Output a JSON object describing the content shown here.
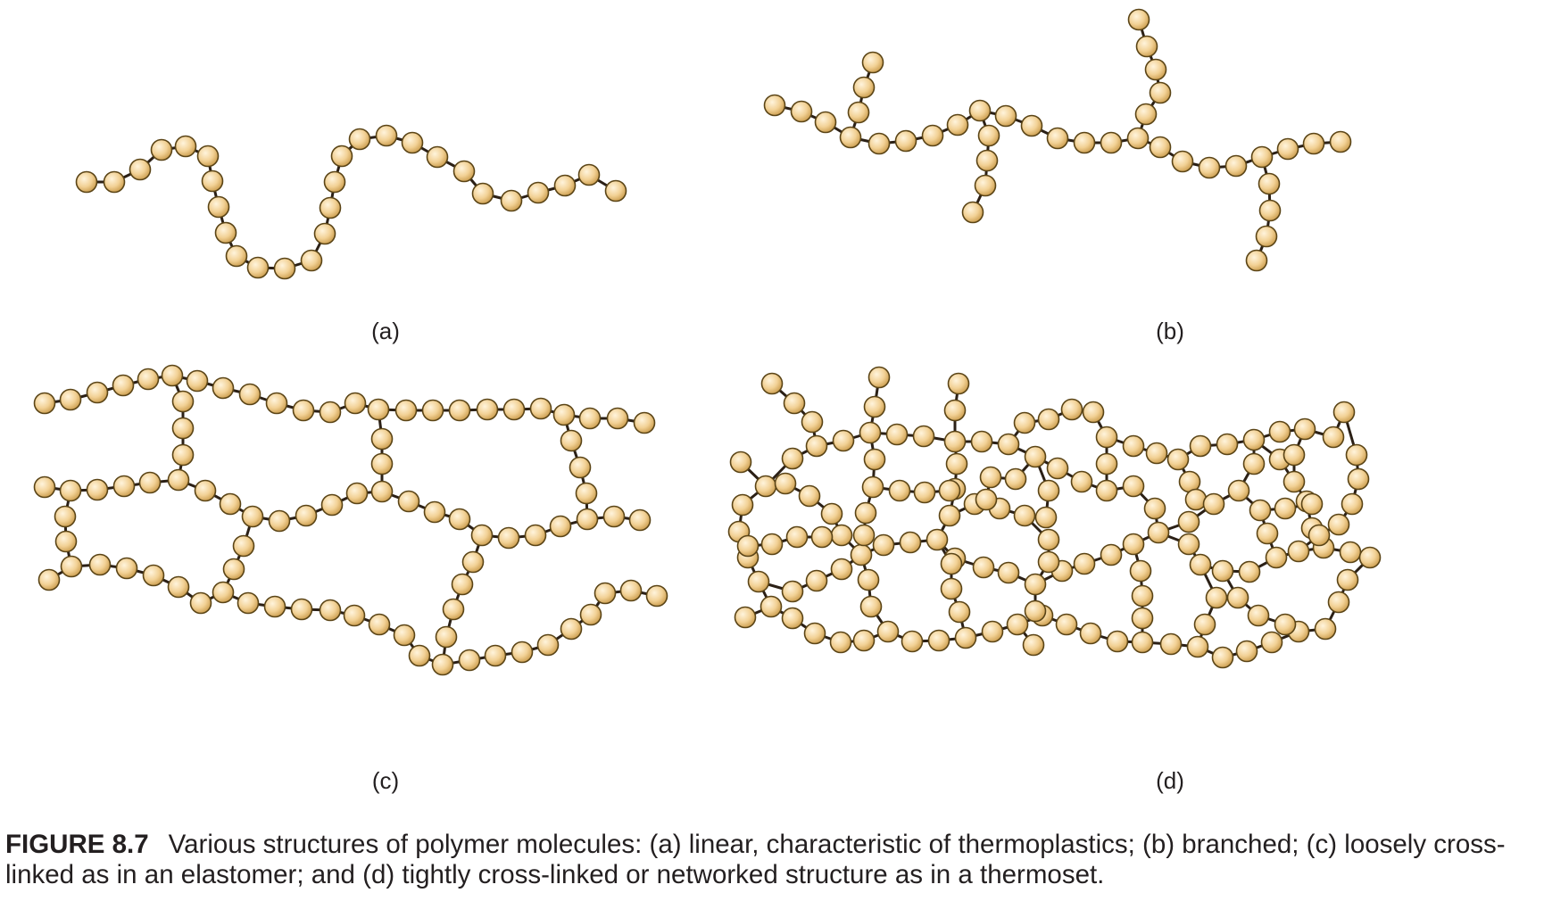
{
  "panels": {
    "a": {
      "label": "(a)"
    },
    "b": {
      "label": "(b)"
    },
    "c": {
      "label": "(c)"
    },
    "d": {
      "label": "(d)"
    }
  },
  "caption": {
    "figure_label": "FIGURE 8.7",
    "text": "Various structures of polymer molecules: (a) linear, characteristic of thermoplastics; (b) branched; (c) loosely cross-linked as in an elastomer; and (d) tightly cross-linked or networked structure as in a thermoset."
  },
  "colors": {
    "bead_fill": "#f2d195",
    "bead_stroke": "#5a4416",
    "bond": "#2b2016",
    "text": "#231f20"
  }
}
